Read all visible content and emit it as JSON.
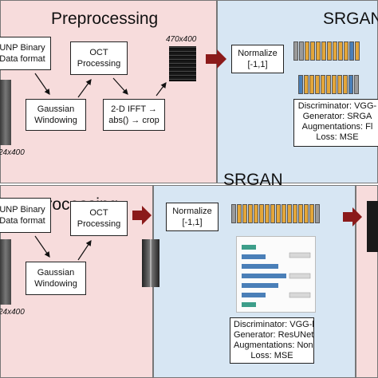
{
  "top": {
    "preprocessing_title": "Preprocessing",
    "srgan_title": "SRGAN",
    "binary_box": [
      "UNP Binary",
      "Data format"
    ],
    "oct_box": [
      "OCT",
      "Processing"
    ],
    "gaussian_box": [
      "Gaussian",
      "Windowing"
    ],
    "ifft_box": [
      "2-D IFFT →",
      "abs() → crop"
    ],
    "input_dim": "24x400",
    "output_dim": "470x400",
    "normalize_box": [
      "Normalize",
      "[-1,1]"
    ],
    "info": {
      "discriminator": "Discriminator: VGG-",
      "generator": "Generator: SRGA",
      "augmentations": "Augmentations: Fl",
      "loss": "Loss: MSE"
    }
  },
  "bottom": {
    "preprocessing_title": "Preprocessing",
    "srgan_title": "SRGAN",
    "binary_box": [
      "UNP Binary",
      "Data format"
    ],
    "oct_box": [
      "OCT",
      "Processing"
    ],
    "gaussian_box": [
      "Gaussian",
      "Windowing"
    ],
    "input_dim": "24x400",
    "normalize_box": [
      "Normalize",
      "[-1,1]"
    ],
    "info": {
      "discriminator": "Discriminator: VGG-base",
      "generator": "Generator: ResUNet-a",
      "augmentations": "Augmentations: None",
      "loss": "Loss: MSE"
    }
  },
  "colors": {
    "preprocessing_bg": "#f7dcdc",
    "srgan_bg": "#d7e6f3",
    "arrow_red": "#8b1a1a",
    "block_orange": "#e3a63a"
  }
}
